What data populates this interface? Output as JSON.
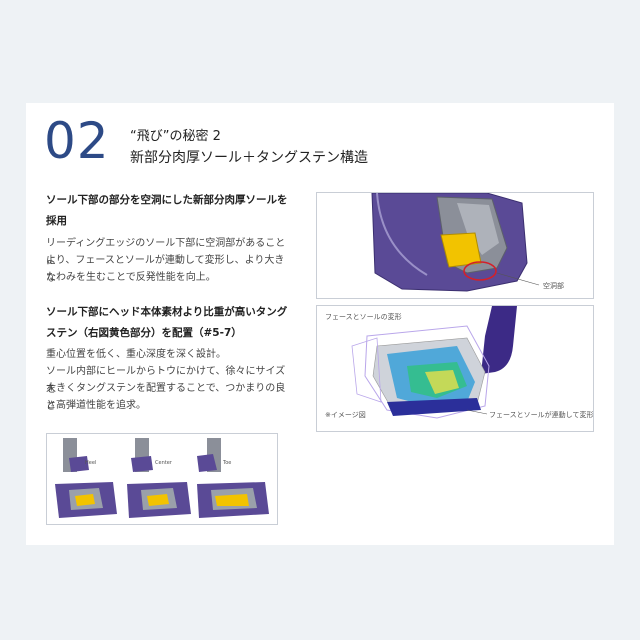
{
  "section": {
    "number": "02",
    "title_line1": "“飛び”の秘密 2",
    "title_line2": "新部分肉厚ソール＋タングステン構造"
  },
  "block1": {
    "heading_l1": "ソール下部の部分を空洞にした新部分肉厚ソールを",
    "heading_l2": "採用",
    "body": [
      "リーディングエッジのソール下部に空洞部があることに",
      "より、フェースとソールが連動して変形し、より大きな",
      "たわみを生むことで反発性能を向上。"
    ]
  },
  "block2": {
    "heading_l1": "ソール下部にヘッド本体素材より比重が高いタング",
    "heading_l2": "ステン（右図黄色部分）を配置（#5-7）",
    "body": [
      "重心位置を低く、重心深度を深く設計。",
      "ソール内部にヒールからトウにかけて、徐々にサイズを",
      "大きくタングステンを配置することで、つかまりの良さ",
      "と高弾道性能を追求。"
    ]
  },
  "figure_top": {
    "label": "空洞部"
  },
  "figure_mid": {
    "title": "フェースとソールの変形",
    "note": "※イメージ図",
    "caption": "フェースとソールが連動して変形"
  },
  "figure_bottom": {
    "labels": [
      "Heel",
      "Center",
      "Toe"
    ]
  },
  "colors": {
    "accent": "#2d4a86",
    "sole_purple": "#5a4a96",
    "tungsten_yellow": "#f2c300",
    "cavity_red": "#d3202a"
  }
}
